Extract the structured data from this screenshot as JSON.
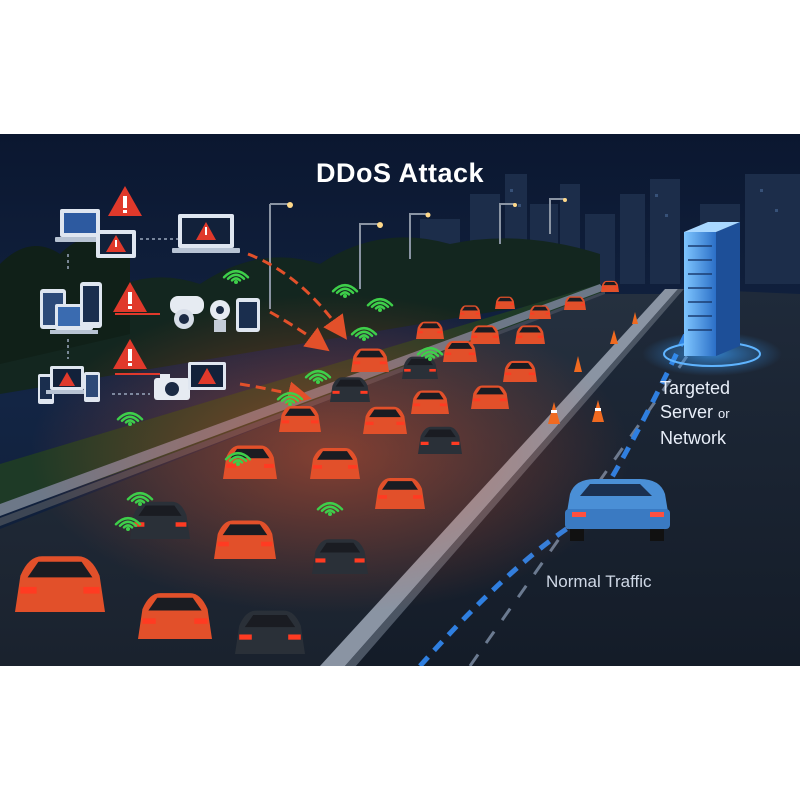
{
  "title": "DDoS Attack",
  "server_label": {
    "line1": "Targeted",
    "line2_main": "Server",
    "line2_small": "or",
    "line3": "Network"
  },
  "normal_traffic_label": "Normal Traffic",
  "colors": {
    "attack_traffic": "#e2502a",
    "warning": "#e0392b",
    "wifi": "#3ecf4a",
    "server_glow": "#3aa0ff",
    "normal_car": "#4a8fd6",
    "background": "#0a1428"
  },
  "icons": [
    "laptop-icon",
    "desktop-icon",
    "tablet-icon",
    "phone-icon",
    "security-camera-icon",
    "webcam-icon",
    "camera-icon",
    "warning-icon",
    "wifi-icon",
    "server-icon",
    "traffic-cone-icon",
    "car-icon"
  ]
}
